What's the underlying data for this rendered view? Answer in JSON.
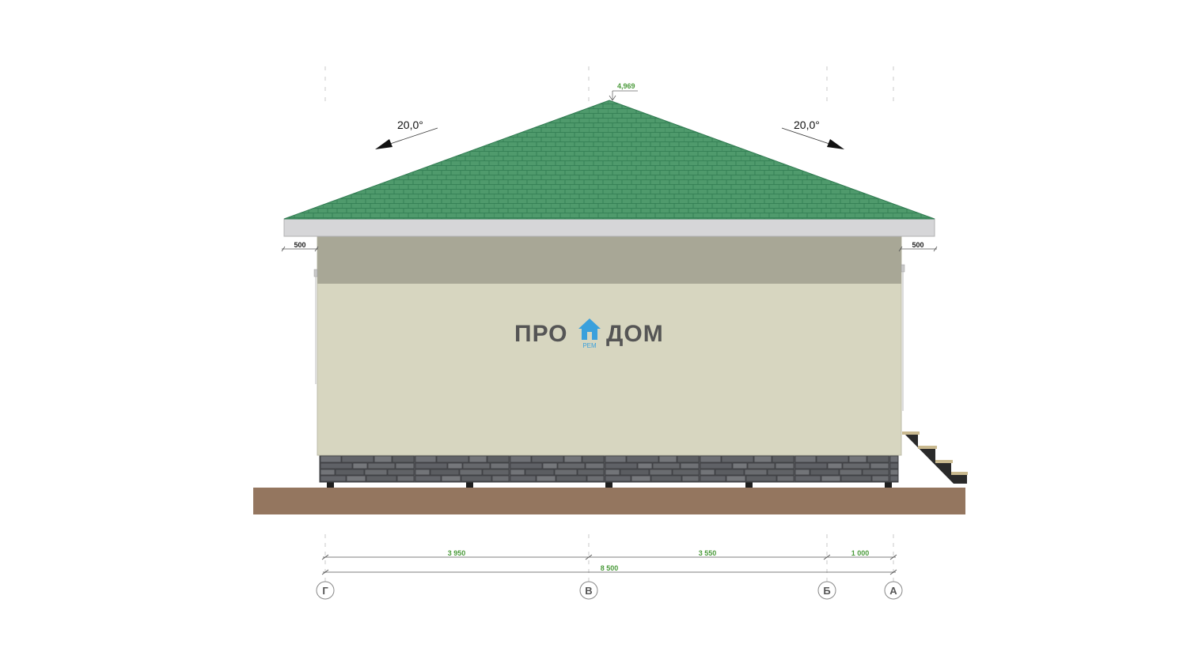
{
  "drawing": {
    "ridge_elevation": "4,969",
    "roof_slope_left": "20,0°",
    "roof_slope_right": "20,0°",
    "overhang_left": "500",
    "overhang_right": "500",
    "logo": {
      "left": "ПРО",
      "right": "ДОМ",
      "sub": "РЕМ"
    },
    "dimensions": {
      "segment_1": "3 950",
      "segment_2": "3 550",
      "segment_3": "1 000",
      "total": "8 500"
    },
    "axes": [
      "Г",
      "В",
      "Б",
      "А"
    ]
  },
  "colors": {
    "roof": "#4f9a6c",
    "roof_lines": "#2f7a50",
    "fascia": "#d6d6d8",
    "frieze": "#a8a796",
    "wall": "#d7d6c0",
    "plinth": "#5a5c60",
    "ground": "#94765f",
    "stairs": "#2a2a2a",
    "step_top": "#c9b98f",
    "dim_green": "#4a9a3a",
    "logo_text": "#555555",
    "logo_house": "#3aa0dc"
  }
}
